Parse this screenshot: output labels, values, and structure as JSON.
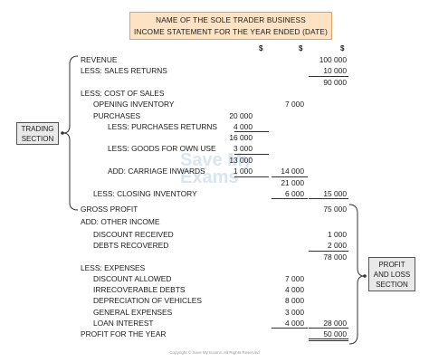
{
  "title": {
    "line1": "NAME OF THE SOLE TRADER BUSINESS",
    "line2": "INCOME STATEMENT FOR THE YEAR ENDED (DATE)"
  },
  "currency_headers": [
    "$",
    "$",
    "$"
  ],
  "rows": [
    {
      "label": "REVENUE",
      "c3": "100 000"
    },
    {
      "label": "LESS: SALES RETURNS",
      "c3": "10 000"
    },
    {
      "label": "",
      "c3": "90 000"
    },
    {
      "label": "LESS: COST OF SALES"
    },
    {
      "label": "OPENING INVENTORY",
      "c2": "7 000"
    },
    {
      "label": "PURCHASES",
      "c1": "20 000"
    },
    {
      "label": "LESS: PURCHASES RETURNS",
      "c1": "4 000"
    },
    {
      "label": "",
      "c1": "16 000"
    },
    {
      "label": "LESS: GOODS FOR OWN USE",
      "c1": "3 000"
    },
    {
      "label": "",
      "c1": "13 000"
    },
    {
      "label": "ADD: CARRIAGE INWARDS",
      "c1": "1 000",
      "c2": "14 000"
    },
    {
      "label": "",
      "c2": "21 000"
    },
    {
      "label": "LESS: CLOSING INVENTORY",
      "c2": "6 000",
      "c3": "15 000"
    },
    {
      "label": "GROSS PROFIT",
      "c3": "75 000"
    },
    {
      "label": "ADD: OTHER INCOME"
    },
    {
      "label": "DISCOUNT RECEIVED",
      "c3": "1 000"
    },
    {
      "label": "DEBTS RECOVERED",
      "c3": "2 000"
    },
    {
      "label": "",
      "c3": "78 000"
    },
    {
      "label": "LESS: EXPENSES"
    },
    {
      "label": "DISCOUNT ALLOWED",
      "c2": "7 000"
    },
    {
      "label": "IRRECOVERABLE DEBTS",
      "c2": "4 000"
    },
    {
      "label": "DEPRECIATION OF VEHICLES",
      "c2": "8 000"
    },
    {
      "label": "GENERAL EXPENSES",
      "c2": "3 000"
    },
    {
      "label": "LOAN INTEREST",
      "c2": "4 000",
      "c3": "28 000"
    },
    {
      "label": "PROFIT FOR THE YEAR",
      "c3": "50 000"
    }
  ],
  "side_labels": {
    "trading_line1": "TRADING",
    "trading_line2": "SECTION",
    "pl_line1": "PROFIT",
    "pl_line2": "AND LOSS",
    "pl_line3": "SECTION"
  },
  "watermark": {
    "line1": "Save My",
    "line2": "Exams"
  },
  "footer": "Copyright © Save My Exams. All Rights Reserved"
}
